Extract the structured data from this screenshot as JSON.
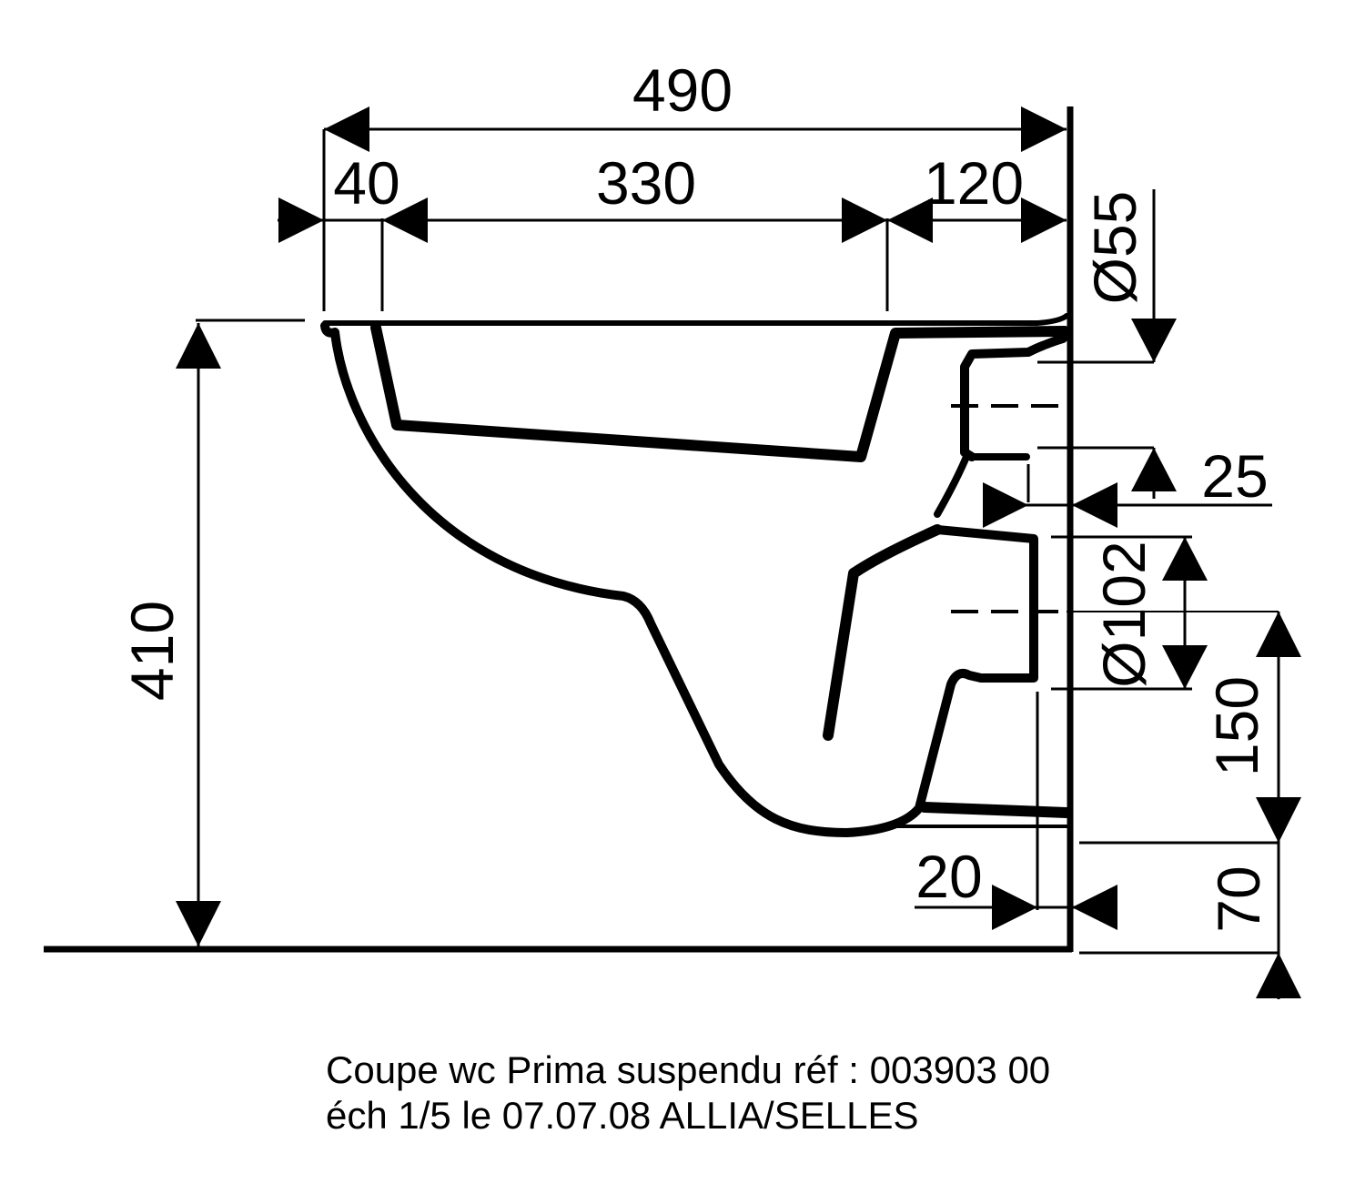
{
  "dimensions": {
    "overall_depth": "490",
    "rim_front": "40",
    "bowl_opening": "330",
    "rear_to_bowl": "120",
    "inlet_diameter": "Ø55",
    "inlet_offset": "25",
    "outlet_diameter": "Ø102",
    "outlet_height": "150",
    "wall_gap": "20",
    "base_clearance": "70",
    "rim_height": "410"
  },
  "caption": {
    "line1": "Coupe wc Prima suspendu réf : 003903 00",
    "line2": "éch 1/5 le 07.07.08 ALLIA/SELLES"
  }
}
